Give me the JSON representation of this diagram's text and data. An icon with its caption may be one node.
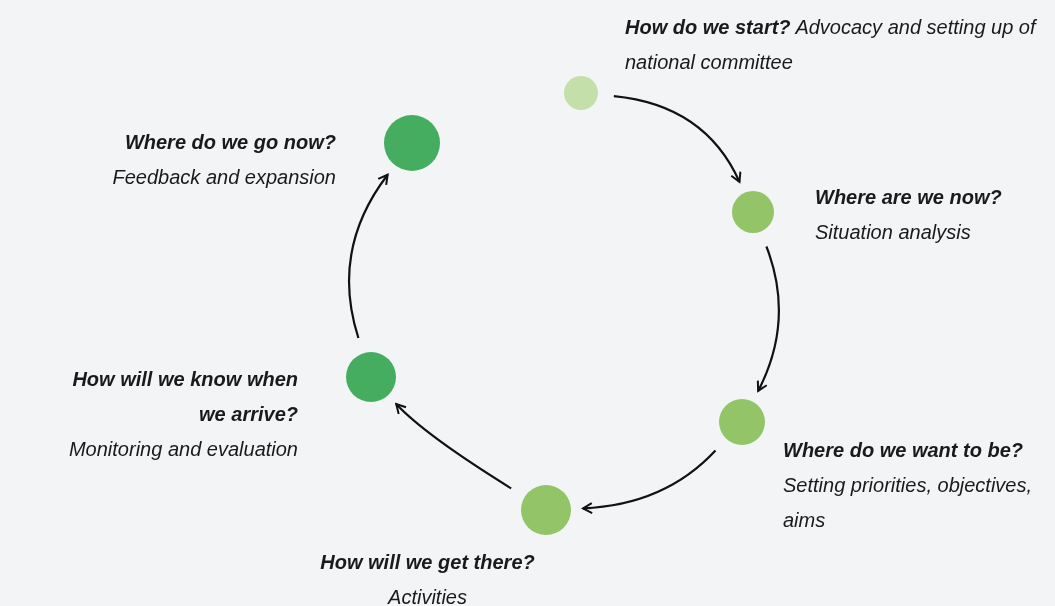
{
  "diagram": {
    "nodes": [
      {
        "text": [
          "How do we start?",
          "Advocacy and setting up of national committee"
        ]
      },
      {
        "text": [
          "Where are we now?",
          "Situation analysis"
        ]
      },
      {
        "text": [
          "Where do we want to be?",
          "Setting priorities, objectives, aims"
        ]
      },
      {
        "text": [
          "How will we get there?",
          "Activities"
        ]
      },
      {
        "text": [
          "How will we know when we arrive?",
          "Monitoring and evaluation"
        ]
      },
      {
        "text": [
          "Where do we go now?",
          "Feedback and expansion"
        ]
      }
    ],
    "edges": [
      {
        "from": 0,
        "to": 1,
        "arrow": "to"
      },
      {
        "from": 1,
        "to": 2,
        "arrow": "to"
      },
      {
        "from": 2,
        "to": 3,
        "arrow": "to"
      },
      {
        "from": 3,
        "to": 4,
        "arrow": "to"
      },
      {
        "from": 4,
        "to": 5,
        "arrow": "to"
      }
    ]
  }
}
